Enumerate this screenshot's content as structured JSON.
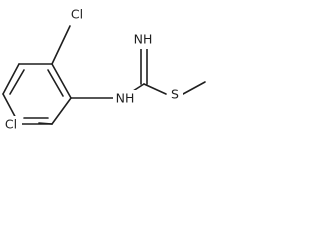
{
  "molecule": {
    "labels": {
      "cl_top": "Cl",
      "cl_bottom": "Cl",
      "imine": "NH",
      "amine": "NH",
      "sulfur": "S"
    }
  }
}
